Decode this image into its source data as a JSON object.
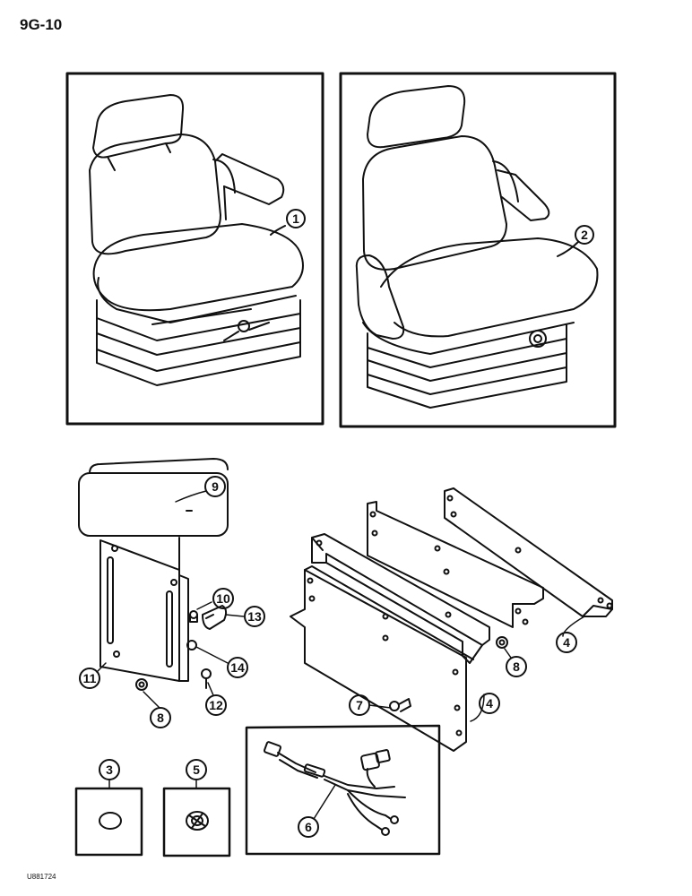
{
  "page_label": "9G-10",
  "image_code": "U881724",
  "callouts": {
    "c1": "1",
    "c2": "2",
    "c3": "3",
    "c4a": "4",
    "c4b": "4",
    "c5": "5",
    "c6": "6",
    "c7": "7",
    "c8a": "8",
    "c8b": "8",
    "c9": "9",
    "c10": "10",
    "c11": "11",
    "c12": "12",
    "c13": "13",
    "c14": "14"
  }
}
